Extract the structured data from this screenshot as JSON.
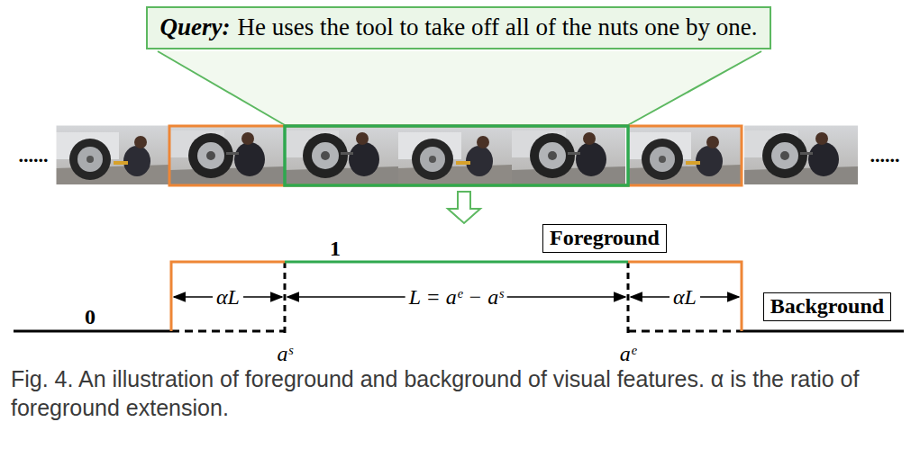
{
  "diagram": {
    "caption": "Fig. 4. An illustration of foreground and background of visual features. α is the ratio of foreground extension.",
    "nodes": [
      {
        "text": [
          "Query:",
          "He uses the tool to take off all of the nuts one by one."
        ]
      },
      {
        "text": [
          "Foreground"
        ]
      },
      {
        "text": [
          "Background"
        ]
      }
    ],
    "labels": [
      "......",
      "......",
      "1",
      "0",
      "αL",
      "L = aᵉ − aˢ",
      "αL",
      "aˢ",
      "aᵉ"
    ]
  }
}
